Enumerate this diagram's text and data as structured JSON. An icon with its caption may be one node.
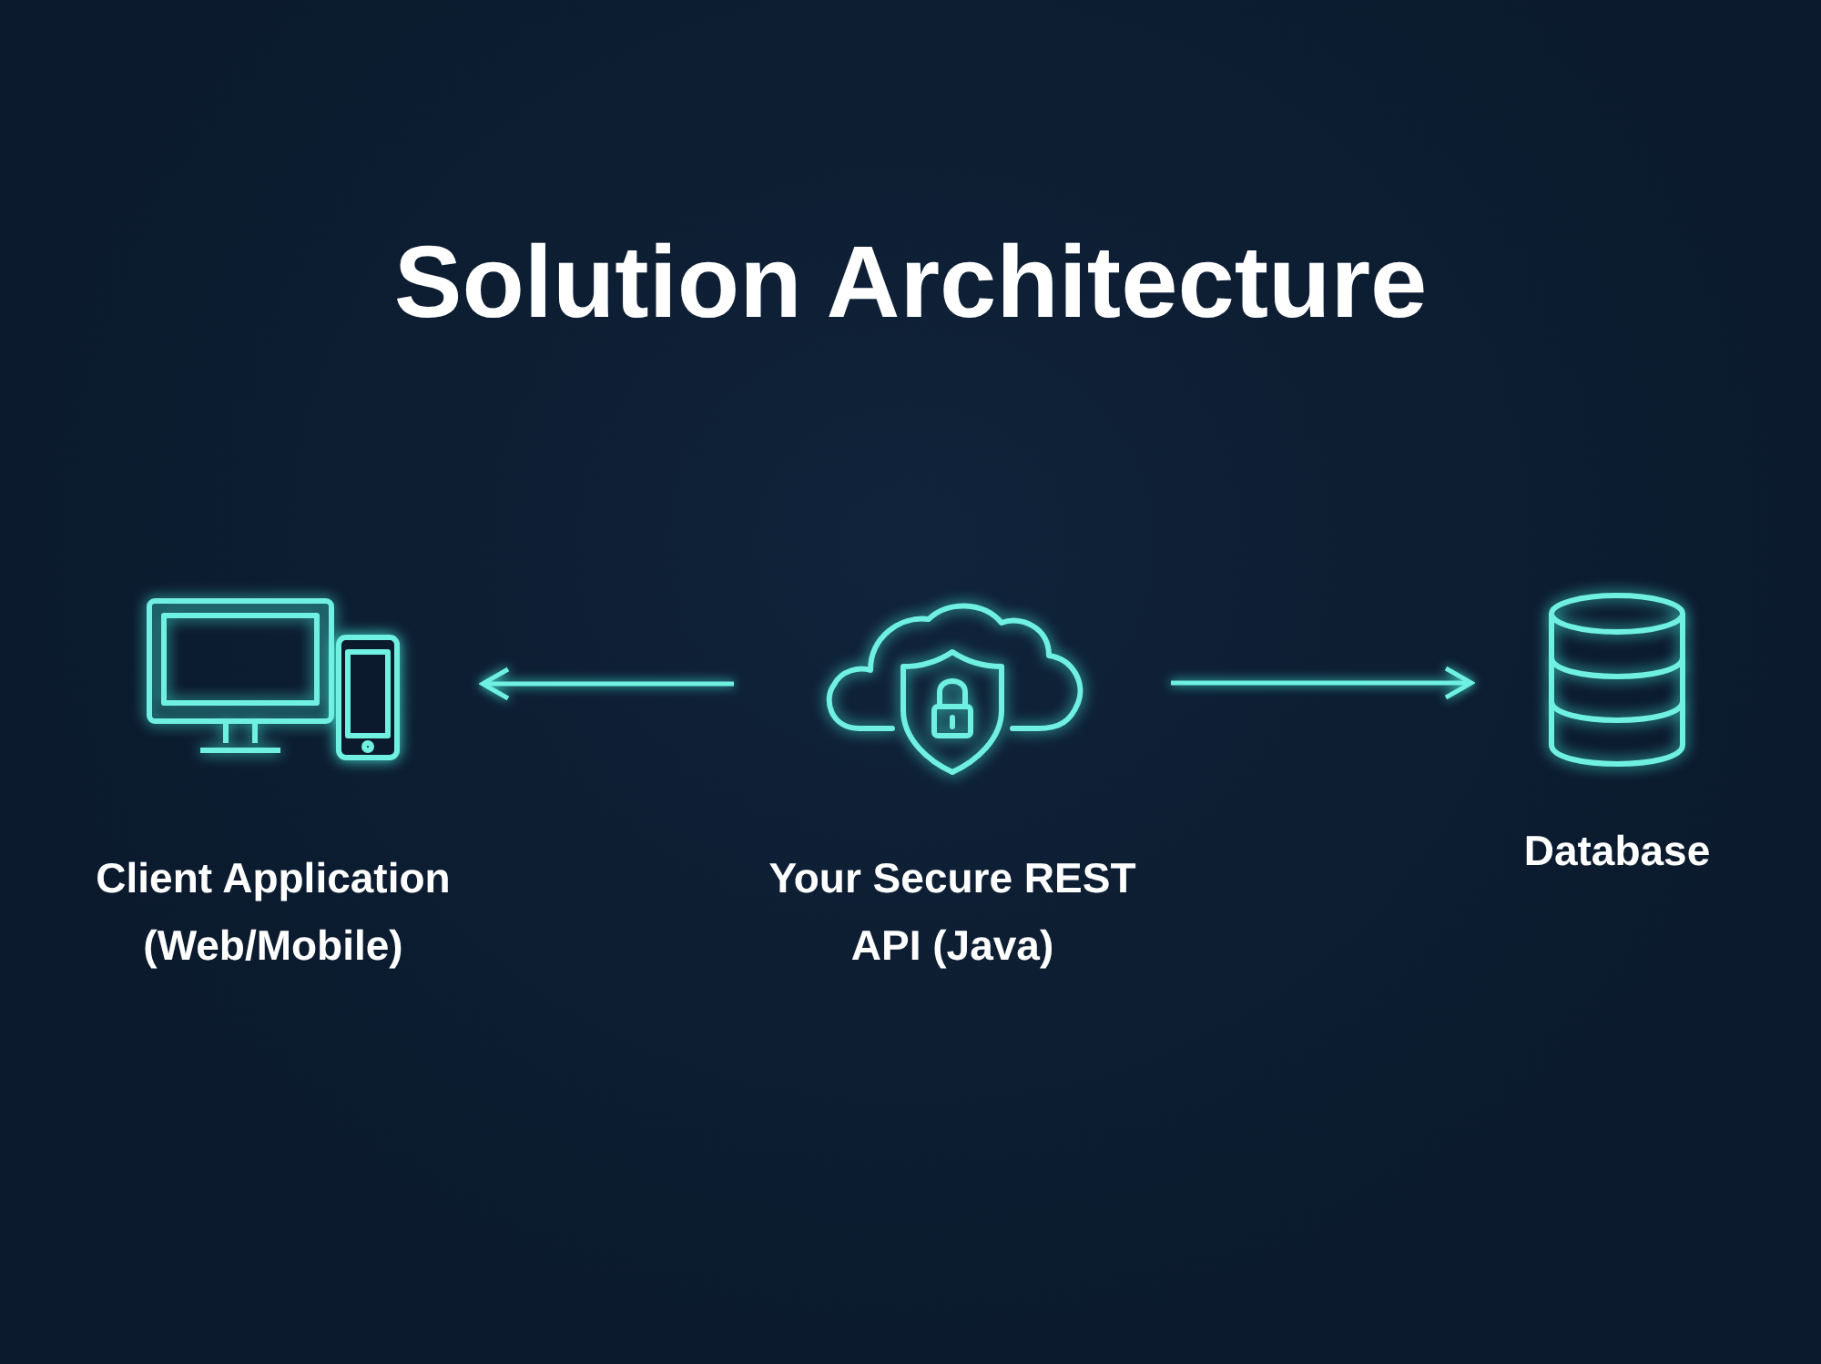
{
  "diagram": {
    "title": "Solution Architecture",
    "nodes": [
      {
        "text": [
          "Client Application (Web/Mobile)"
        ]
      },
      {
        "text": [
          "Your Secure REST API (Java)"
        ]
      },
      {
        "text": [
          "Database"
        ]
      }
    ],
    "edges": [
      {
        "from": 1,
        "to": 0,
        "arrow": "to"
      },
      {
        "from": 1,
        "to": 2,
        "arrow": "to"
      }
    ]
  }
}
